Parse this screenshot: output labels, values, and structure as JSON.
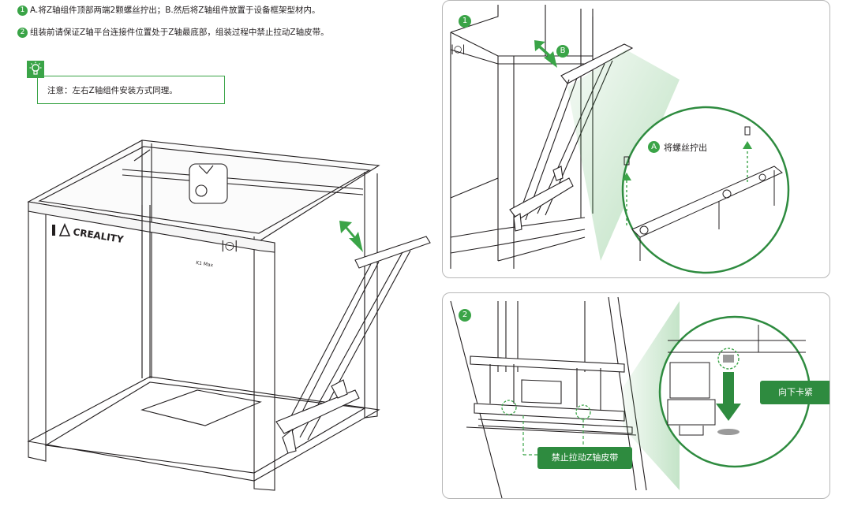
{
  "steps": [
    {
      "num": "1",
      "text": "A.将Z轴组件顶部两端2颗螺丝拧出；B.然后将Z轴组件放置于设备框架型材内。"
    },
    {
      "num": "2",
      "text": "组装前请保证Z轴平台连接件位置处于Z轴最底部，组装过程中禁止拉动Z轴皮带。"
    }
  ],
  "note": {
    "text": "注意：左右Z轴组件安装方式同理。",
    "icon": "lightbulb-icon"
  },
  "printer": {
    "brand": "CREALITY",
    "model": "K1 Max",
    "side_mark": "|○|"
  },
  "panel1": {
    "num": "1",
    "label_b": "B",
    "callout_letter": "A",
    "callout_text": "将螺丝拧出",
    "side_mark": "|○|"
  },
  "panel2": {
    "num": "2",
    "callout_down": "向下卡紧",
    "callout_belt": "禁止拉动Z轴皮带"
  },
  "colors": {
    "accent": "#3aa447",
    "dark_green": "#2e8b3f",
    "line": "#231f20"
  }
}
